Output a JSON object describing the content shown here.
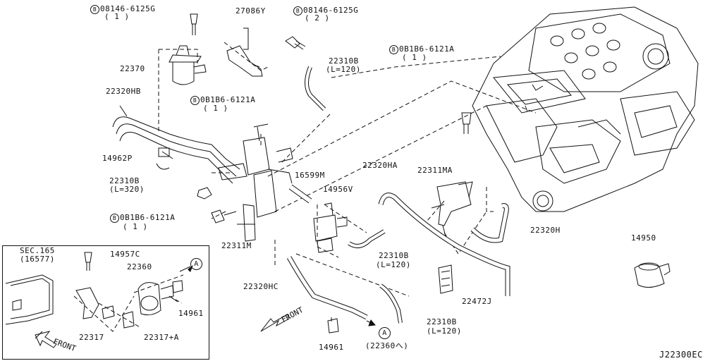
{
  "bolt_prefix": "B",
  "diagram_code": "J22300EC",
  "labels": {
    "bolt_1": {
      "part": "08146-6125G",
      "qty": "( 1 )"
    },
    "bolt_2": {
      "part": "08146-6125G",
      "qty": "( 2 )"
    },
    "bolt_3": {
      "part": "0B1B6-6121A",
      "qty": "( 1 )"
    },
    "bolt_4": {
      "part": "0B1B6-6121A",
      "qty": "( 1 )"
    },
    "bolt_5": {
      "part": "0B1B6-6121A",
      "qty": "( 1 )"
    },
    "p27086y": "27086Y",
    "p22370": "22370",
    "p22310b_a": "22310B",
    "p22310b_a_len": "(L=120)",
    "p22320hb": "22320HB",
    "p14962p": "14962P",
    "p22310b_b": "22310B",
    "p22310b_b_len": "(L=320)",
    "p16599m": "16599M",
    "p22320ha": "22320HA",
    "p22311ma": "22311MA",
    "p14956v": "14956V",
    "p22311m": "22311M",
    "p22310b_c": "22310B",
    "p22310b_c_len": "(L=120)",
    "p22320h": "22320H",
    "p14950": "14950",
    "p22472j": "22472J",
    "p22320hc": "22320HC",
    "p22310b_d": "22310B",
    "p22310b_d_len": "(L=120)",
    "p14961_a": "14961",
    "ref_a_main": "A",
    "ref_a_text": "(22360へ)",
    "front_main": "FRONT"
  },
  "subview": {
    "sec_title": "SEC.165",
    "sec_code": "(16577)",
    "p14957c": "14957C",
    "p22360": "22360",
    "ref_a": "A",
    "p14961": "14961",
    "p22317": "22317",
    "p22317a": "22317+A",
    "front": "FRONT"
  }
}
